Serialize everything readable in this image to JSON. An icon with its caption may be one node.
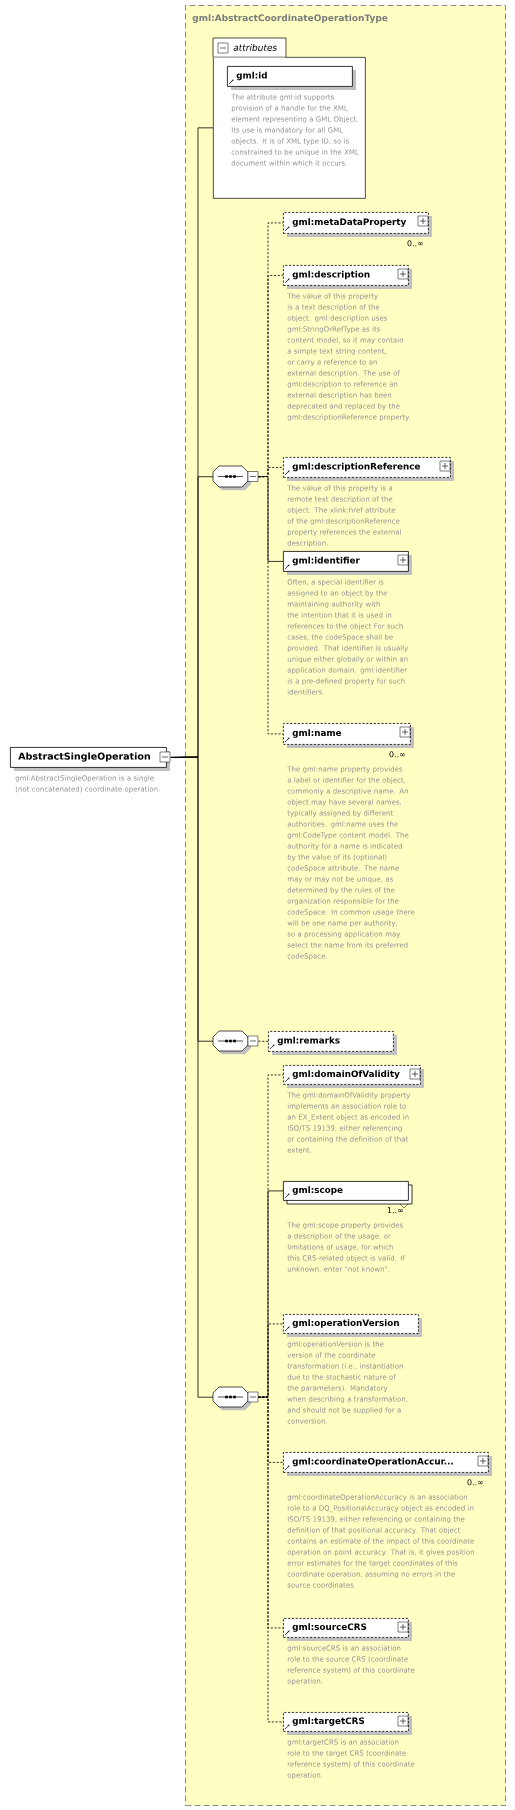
{
  "diagram": {
    "nodes": [
      {
        "text": [
          "gml:AbstractCoordinateOperationType"
        ]
      },
      {
        "text": [
          "attributes"
        ],
        "in": 0
      },
      {
        "text": [
          "gml:id"
        ],
        "in": 1,
        "beside": [
          "The attribute gml:id supports provision of a handle for the XML element representing a GML Object. Its use is mandatory for all GML objects. It is of XML type ID, so is constrained to be unique in the XML document within which it occurs."
        ]
      },
      {
        "text": [
          "AbstractSingleOperation"
        ],
        "beside": [
          "gml:AbstractSingleOperation is a single (not concatenated) coordinate operation."
        ]
      },
      {
        "text": [],
        "shape": "octagon",
        "in": 0
      },
      {
        "text": [
          "gml:metaDataProperty"
        ],
        "in": 0,
        "beside": [
          "0..∞"
        ]
      },
      {
        "text": [
          "gml:description"
        ],
        "in": 0,
        "beside": [
          "The value of this property is a text description of the object. gml:description uses gml:StringOrRefType as its content model, so it may contain a simple text string content, or carry a reference to an external description. The use of gml:description to reference an external description has been deprecated and replaced by the gml:descriptionReference property."
        ]
      },
      {
        "text": [
          "gml:descriptionReference"
        ],
        "in": 0,
        "beside": [
          "The value of this property is a remote text description of the object. The xlink:href attribute of the gml:descriptionReference property references the external description."
        ]
      },
      {
        "text": [
          "gml:identifier"
        ],
        "in": 0,
        "beside": [
          "Often, a special identifier is assigned to an object by the maintaining authority with the intention that it is used in references to the object For such cases, the codeSpace shall be provided. That identifier is usually unique either globally or within an application domain. gml:identifier is a pre-defined property for such identifiers."
        ]
      },
      {
        "text": [
          "gml:name"
        ],
        "in": 0,
        "beside": [
          "0..∞",
          "The gml:name property provides a label or identifier for the object, commonly a descriptive name. An object may have several names, typically assigned by different authorities. gml:name uses the gml:CodeType content model. The authority for a name is indicated by the value of its (optional) codeSpace attribute. The name may or may not be unique, as determined by the rules of the organization responsible for the codeSpace. In common usage there will be one name per authority, so a processing application may select the name from its preferred codeSpace."
        ]
      },
      {
        "text": [],
        "shape": "octagon",
        "in": 0
      },
      {
        "text": [
          "gml:remarks"
        ],
        "in": 0
      },
      {
        "text": [],
        "shape": "octagon",
        "in": 0
      },
      {
        "text": [
          "gml:domainOfValidity"
        ],
        "in": 0,
        "beside": [
          "The gml:domainOfValidity property implements an association role to an EX_Extent object as encoded in ISO/TS 19139, either referencing or containing the definition of that extent."
        ]
      },
      {
        "text": [
          "gml:scope"
        ],
        "in": 0,
        "beside": [
          "1..∞",
          "The gml:scope property provides a description of the usage, or limitations of usage, for which this CRS-related object is valid. If unknown, enter \"not known\"."
        ]
      },
      {
        "text": [
          "gml:operationVersion"
        ],
        "in": 0,
        "beside": [
          "gml:operationVersion is the version of the coordinate transformation (i.e., instantiation due to the stochastic nature of the parameters). Mandatory when describing a transformation, and should not be supplied for a conversion."
        ]
      },
      {
        "text": [
          "gml:coordinateOperationAccur..."
        ],
        "in": 0,
        "beside": [
          "0..∞",
          "gml:coordinateOperationAccuracy is an association role to a DQ_PositionalAccuracy object as encoded in ISO/TS 19139, either referencing or containing the definition of that positional accuracy. That object contains an estimate of the impact of this coordinate operation on point accuracy. That is, it gives position error estimates for the target coordinates of this coordinate operation, assuming no errors in the source coordinates."
        ]
      },
      {
        "text": [
          "gml:sourceCRS"
        ],
        "in": 0,
        "beside": [
          "gml:sourceCRS is an association role to the source CRS (coordinate reference system) of this coordinate operation."
        ]
      },
      {
        "text": [
          "gml:targetCRS"
        ],
        "in": 0,
        "beside": [
          "gml:targetCRS is an association role to the target CRS (coordinate reference system) of this coordinate operation."
        ]
      }
    ],
    "edges": [
      {
        "from": 3,
        "to": 1,
        "arrow": "none"
      },
      {
        "from": 3,
        "to": 4,
        "arrow": "none"
      },
      {
        "from": 3,
        "to": 10,
        "arrow": "none"
      },
      {
        "from": 3,
        "to": 12,
        "arrow": "none"
      },
      {
        "from": 4,
        "to": 5,
        "arrow": "none",
        "style": "dashed"
      },
      {
        "from": 4,
        "to": 6,
        "arrow": "none",
        "style": "dashed"
      },
      {
        "from": 4,
        "to": 7,
        "arrow": "none",
        "style": "dashed"
      },
      {
        "from": 4,
        "to": 8,
        "arrow": "none"
      },
      {
        "from": 4,
        "to": 9,
        "arrow": "none",
        "style": "dashed"
      },
      {
        "from": 10,
        "to": 11,
        "arrow": "none",
        "style": "dashed"
      },
      {
        "from": 12,
        "to": 13,
        "arrow": "none",
        "style": "dashed"
      },
      {
        "from": 12,
        "to": 14,
        "arrow": "none"
      },
      {
        "from": 12,
        "to": 15,
        "arrow": "none",
        "style": "dashed"
      },
      {
        "from": 12,
        "to": 16,
        "arrow": "none",
        "style": "dashed"
      },
      {
        "from": 12,
        "to": 17,
        "arrow": "none",
        "style": "dashed"
      },
      {
        "from": 12,
        "to": 18,
        "arrow": "none",
        "style": "dashed"
      }
    ]
  }
}
